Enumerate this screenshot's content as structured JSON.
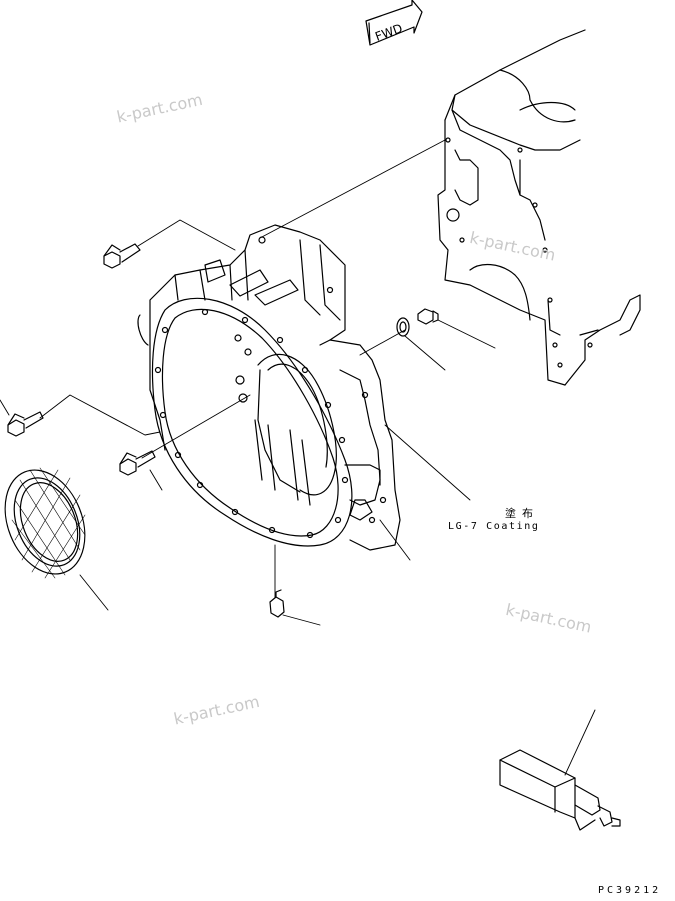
{
  "diagram": {
    "fwd_label": "FWD",
    "coating_jp": "塗布",
    "coating_en": "LG-7 Coating",
    "figure_code": "PC39212",
    "watermarks": [
      "k-part.com",
      "k-part.com",
      "k-part.com",
      "k-part.com"
    ]
  },
  "colors": {
    "line": "#000000",
    "background": "#ffffff",
    "watermark": "#c9c9c9"
  }
}
